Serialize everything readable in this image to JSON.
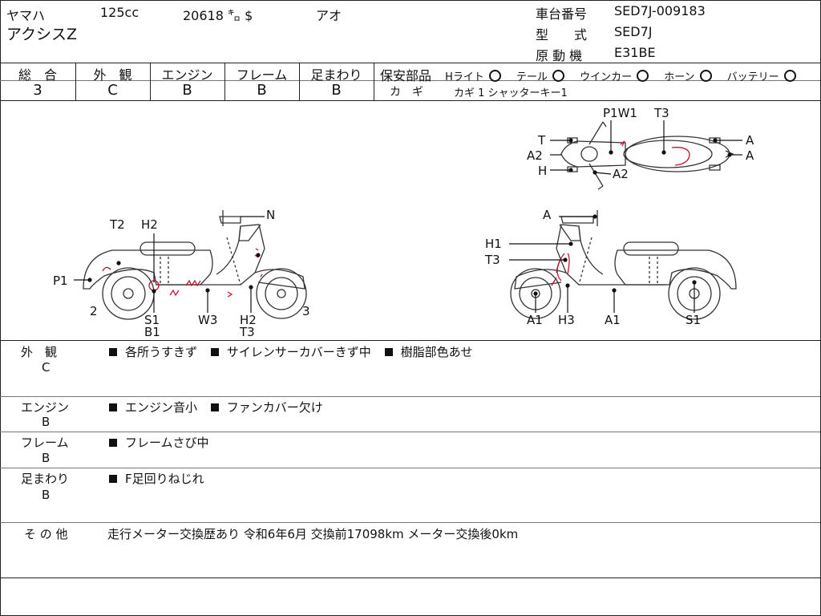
{
  "header": {
    "maker": "ヤマハ",
    "displacement": "125cc",
    "mileage": "20618 ㌔ $",
    "color": "アオ",
    "model_name": "アクシスZ",
    "frame_no_label": "車台番号",
    "frame_no": "SED7J-009183",
    "type_label": "型　　式",
    "type_value": "SED7J",
    "engine_label": "原 動 機",
    "engine_value": "E31BE"
  },
  "grades": {
    "overall_label": "総　合",
    "overall_value": "3",
    "exterior_label": "外　観",
    "exterior_value": "C",
    "engine_label": "エンジン",
    "engine_value": "B",
    "frame_label": "フレーム",
    "frame_value": "B",
    "suspension_label": "足まわり",
    "suspension_value": "B"
  },
  "safety": {
    "label": "保安部品",
    "items": [
      "Hライト",
      "テール",
      "ウインカー",
      "ホーン",
      "バッテリー"
    ],
    "key_label": "カ　ギ",
    "key_value": "カギ 1  シャッターキー1"
  },
  "diagram": {
    "left": {
      "labels": {
        "n": "N",
        "t2": "T2",
        "h2a": "H2",
        "p1": "P1",
        "two": "2",
        "s1": "S1",
        "b1": "B1",
        "w3": "W3",
        "h2b": "H2",
        "t3": "T3",
        "three": "3"
      }
    },
    "right": {
      "labels": {
        "a_top": "A",
        "h1": "H1",
        "t3": "T3",
        "a1a": "A1",
        "h3": "H3",
        "a1b": "A1",
        "s1": "S1"
      }
    },
    "top": {
      "labels": {
        "p1w1": "P1W1",
        "t3": "T3",
        "t": "T",
        "a2a": "A2",
        "h": "H",
        "a2b": "A2",
        "a1": "A",
        "a2": "A"
      }
    }
  },
  "notes": [
    {
      "category": "外　観",
      "grade": "C",
      "items": [
        "各所うすきず",
        "サイレンサーカバーきず中",
        "樹脂部色あせ"
      ]
    },
    {
      "category": "エンジン",
      "grade": "B",
      "items": [
        "エンジン音小",
        "ファンカバー欠け"
      ]
    },
    {
      "category": "フレーム",
      "grade": "B",
      "items": [
        "フレームさび中"
      ]
    },
    {
      "category": "足まわり",
      "grade": "B",
      "items": [
        "F足回りねじれ"
      ]
    }
  ],
  "other": {
    "label": "そ の 他",
    "text": "走行メーター交換歴あり 令和6年6月 交換前17098km メーター交換後0km"
  }
}
